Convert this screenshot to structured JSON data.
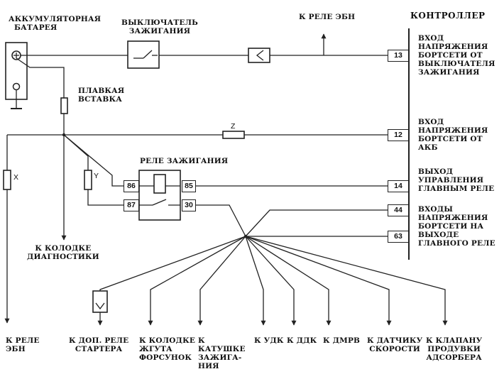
{
  "components": {
    "battery": [
      "АККУМУЛЯТОРНАЯ",
      "БАТАРЕЯ"
    ],
    "ignition_switch": [
      "ВЫКЛЮЧАТЕЛЬ",
      "ЗАЖИГАНИЯ"
    ],
    "fuse_link": [
      "ПЛАВКАЯ",
      "ВСТАВКА"
    ],
    "ignition_relay": "РЕЛЕ ЗАЖИГАНИЯ",
    "controller": "КОНТРОЛЛЕР"
  },
  "battery_terminals": {
    "plus": "+",
    "minus": "−"
  },
  "fuses": {
    "x": "X",
    "y": "Y",
    "z": "Z"
  },
  "relay_pins": {
    "p86": "86",
    "p85": "85",
    "p87": "87",
    "p30": "30"
  },
  "controller_pins": [
    {
      "number": "13",
      "lines": [
        "ВХОД",
        "НАПРЯЖЕНИЯ",
        "БОРТСЕТИ ОТ",
        "ВЫКЛЮЧАТЕЛЯ",
        "ЗАЖИГАНИЯ"
      ]
    },
    {
      "number": "12",
      "lines": [
        "ВХОД",
        "НАПРЯЖЕНИЯ",
        "БОРТСЕТИ ОТ",
        "АКБ"
      ]
    },
    {
      "number": "14",
      "lines": [
        "ВЫХОД",
        "УПРАВЛЕНИЯ",
        "ГЛАВНЫМ РЕЛЕ"
      ]
    },
    {
      "number": "44",
      "lines": [
        "ВХОДЫ",
        "НАПРЯЖЕНИЯ",
        "БОРТСЕТИ НА",
        "ВЫХОДЕ",
        "ГЛАВНОГО РЕЛЕ"
      ]
    },
    {
      "number": "63",
      "lines": []
    }
  ],
  "destinations": {
    "ebn_relay_top": "К РЕЛЕ ЭБН",
    "diagnostics": [
      "К КОЛОДКЕ",
      "ДИАГНОСТИКИ"
    ],
    "ebn_relay_bottom": [
      "К РЕЛЕ",
      "ЭБН"
    ],
    "starter_relay": [
      "К ДОП. РЕЛЕ",
      "СТАРТЕРА"
    ],
    "injector_harness": [
      "К КОЛОДКЕ",
      "ЖГУТА",
      "ФОРСУНОК"
    ],
    "ignition_coil": [
      "К",
      "КАТУШКЕ",
      "ЗАЖИГА-",
      "НИЯ"
    ],
    "udk": "К УДК",
    "ddk": "К ДДК",
    "dmrv": "К ДМРВ",
    "speed_sensor": [
      "К ДАТЧИКУ",
      "СКОРОСТИ"
    ],
    "purge_valve": [
      "К КЛАПАНУ",
      "ПРОДУВКИ",
      "АДСОРБЕРА"
    ]
  }
}
